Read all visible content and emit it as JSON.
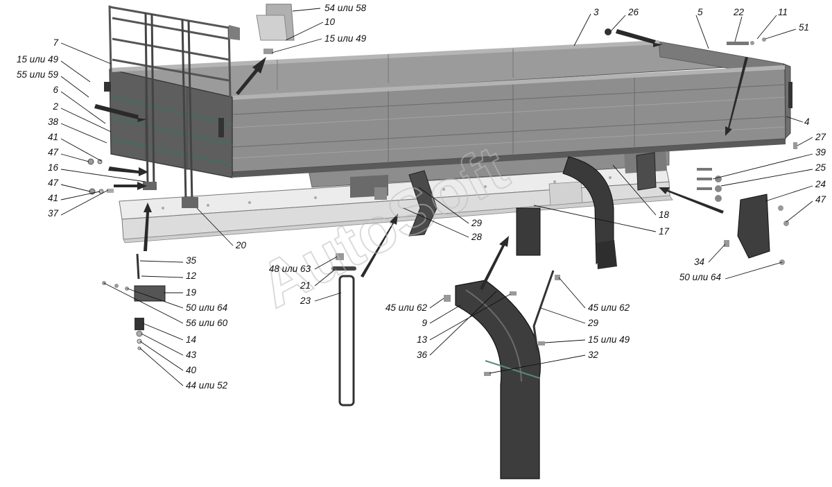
{
  "watermark": "AutoSoft",
  "callouts": [
    {
      "id": "c-54-58",
      "text": "54 или 58"
    },
    {
      "id": "c-10",
      "text": "10"
    },
    {
      "id": "c-15-49-top",
      "text": "15 или 49"
    },
    {
      "id": "c-3",
      "text": "3"
    },
    {
      "id": "c-26",
      "text": "26"
    },
    {
      "id": "c-5",
      "text": "5"
    },
    {
      "id": "c-22",
      "text": "22"
    },
    {
      "id": "c-11",
      "text": "11"
    },
    {
      "id": "c-51",
      "text": "51"
    },
    {
      "id": "c-7",
      "text": "7"
    },
    {
      "id": "c-15-49-left",
      "text": "15 или 49"
    },
    {
      "id": "c-55-59",
      "text": "55 или 59"
    },
    {
      "id": "c-6",
      "text": "6"
    },
    {
      "id": "c-2",
      "text": "2"
    },
    {
      "id": "c-38",
      "text": "38"
    },
    {
      "id": "c-41-top",
      "text": "41"
    },
    {
      "id": "c-47-top",
      "text": "47"
    },
    {
      "id": "c-16",
      "text": "16"
    },
    {
      "id": "c-47-mid",
      "text": "47"
    },
    {
      "id": "c-41-mid",
      "text": "41"
    },
    {
      "id": "c-37",
      "text": "37"
    },
    {
      "id": "c-4",
      "text": "4"
    },
    {
      "id": "c-27",
      "text": "27"
    },
    {
      "id": "c-39",
      "text": "39"
    },
    {
      "id": "c-25",
      "text": "25"
    },
    {
      "id": "c-24",
      "text": "24"
    },
    {
      "id": "c-47-right",
      "text": "47"
    },
    {
      "id": "c-18",
      "text": "18"
    },
    {
      "id": "c-17",
      "text": "17"
    },
    {
      "id": "c-34",
      "text": "34"
    },
    {
      "id": "c-50-64-right",
      "text": "50 или 64"
    },
    {
      "id": "c-20",
      "text": "20"
    },
    {
      "id": "c-29-top",
      "text": "29"
    },
    {
      "id": "c-28",
      "text": "28"
    },
    {
      "id": "c-35",
      "text": "35"
    },
    {
      "id": "c-12",
      "text": "12"
    },
    {
      "id": "c-19",
      "text": "19"
    },
    {
      "id": "c-50-64-left",
      "text": "50 или 64"
    },
    {
      "id": "c-56-60",
      "text": "56 или 60"
    },
    {
      "id": "c-14",
      "text": "14"
    },
    {
      "id": "c-43",
      "text": "43"
    },
    {
      "id": "c-40",
      "text": "40"
    },
    {
      "id": "c-44-52",
      "text": "44 или 52"
    },
    {
      "id": "c-48-63",
      "text": "48 или 63"
    },
    {
      "id": "c-21",
      "text": "21"
    },
    {
      "id": "c-23",
      "text": "23"
    },
    {
      "id": "c-45-62-left",
      "text": "45 или 62"
    },
    {
      "id": "c-9",
      "text": "9"
    },
    {
      "id": "c-13",
      "text": "13"
    },
    {
      "id": "c-36",
      "text": "36"
    },
    {
      "id": "c-45-62-right",
      "text": "45 или 62"
    },
    {
      "id": "c-29-bottom",
      "text": "29"
    },
    {
      "id": "c-15-49-bottom",
      "text": "15 или 49"
    },
    {
      "id": "c-32",
      "text": "32"
    }
  ]
}
